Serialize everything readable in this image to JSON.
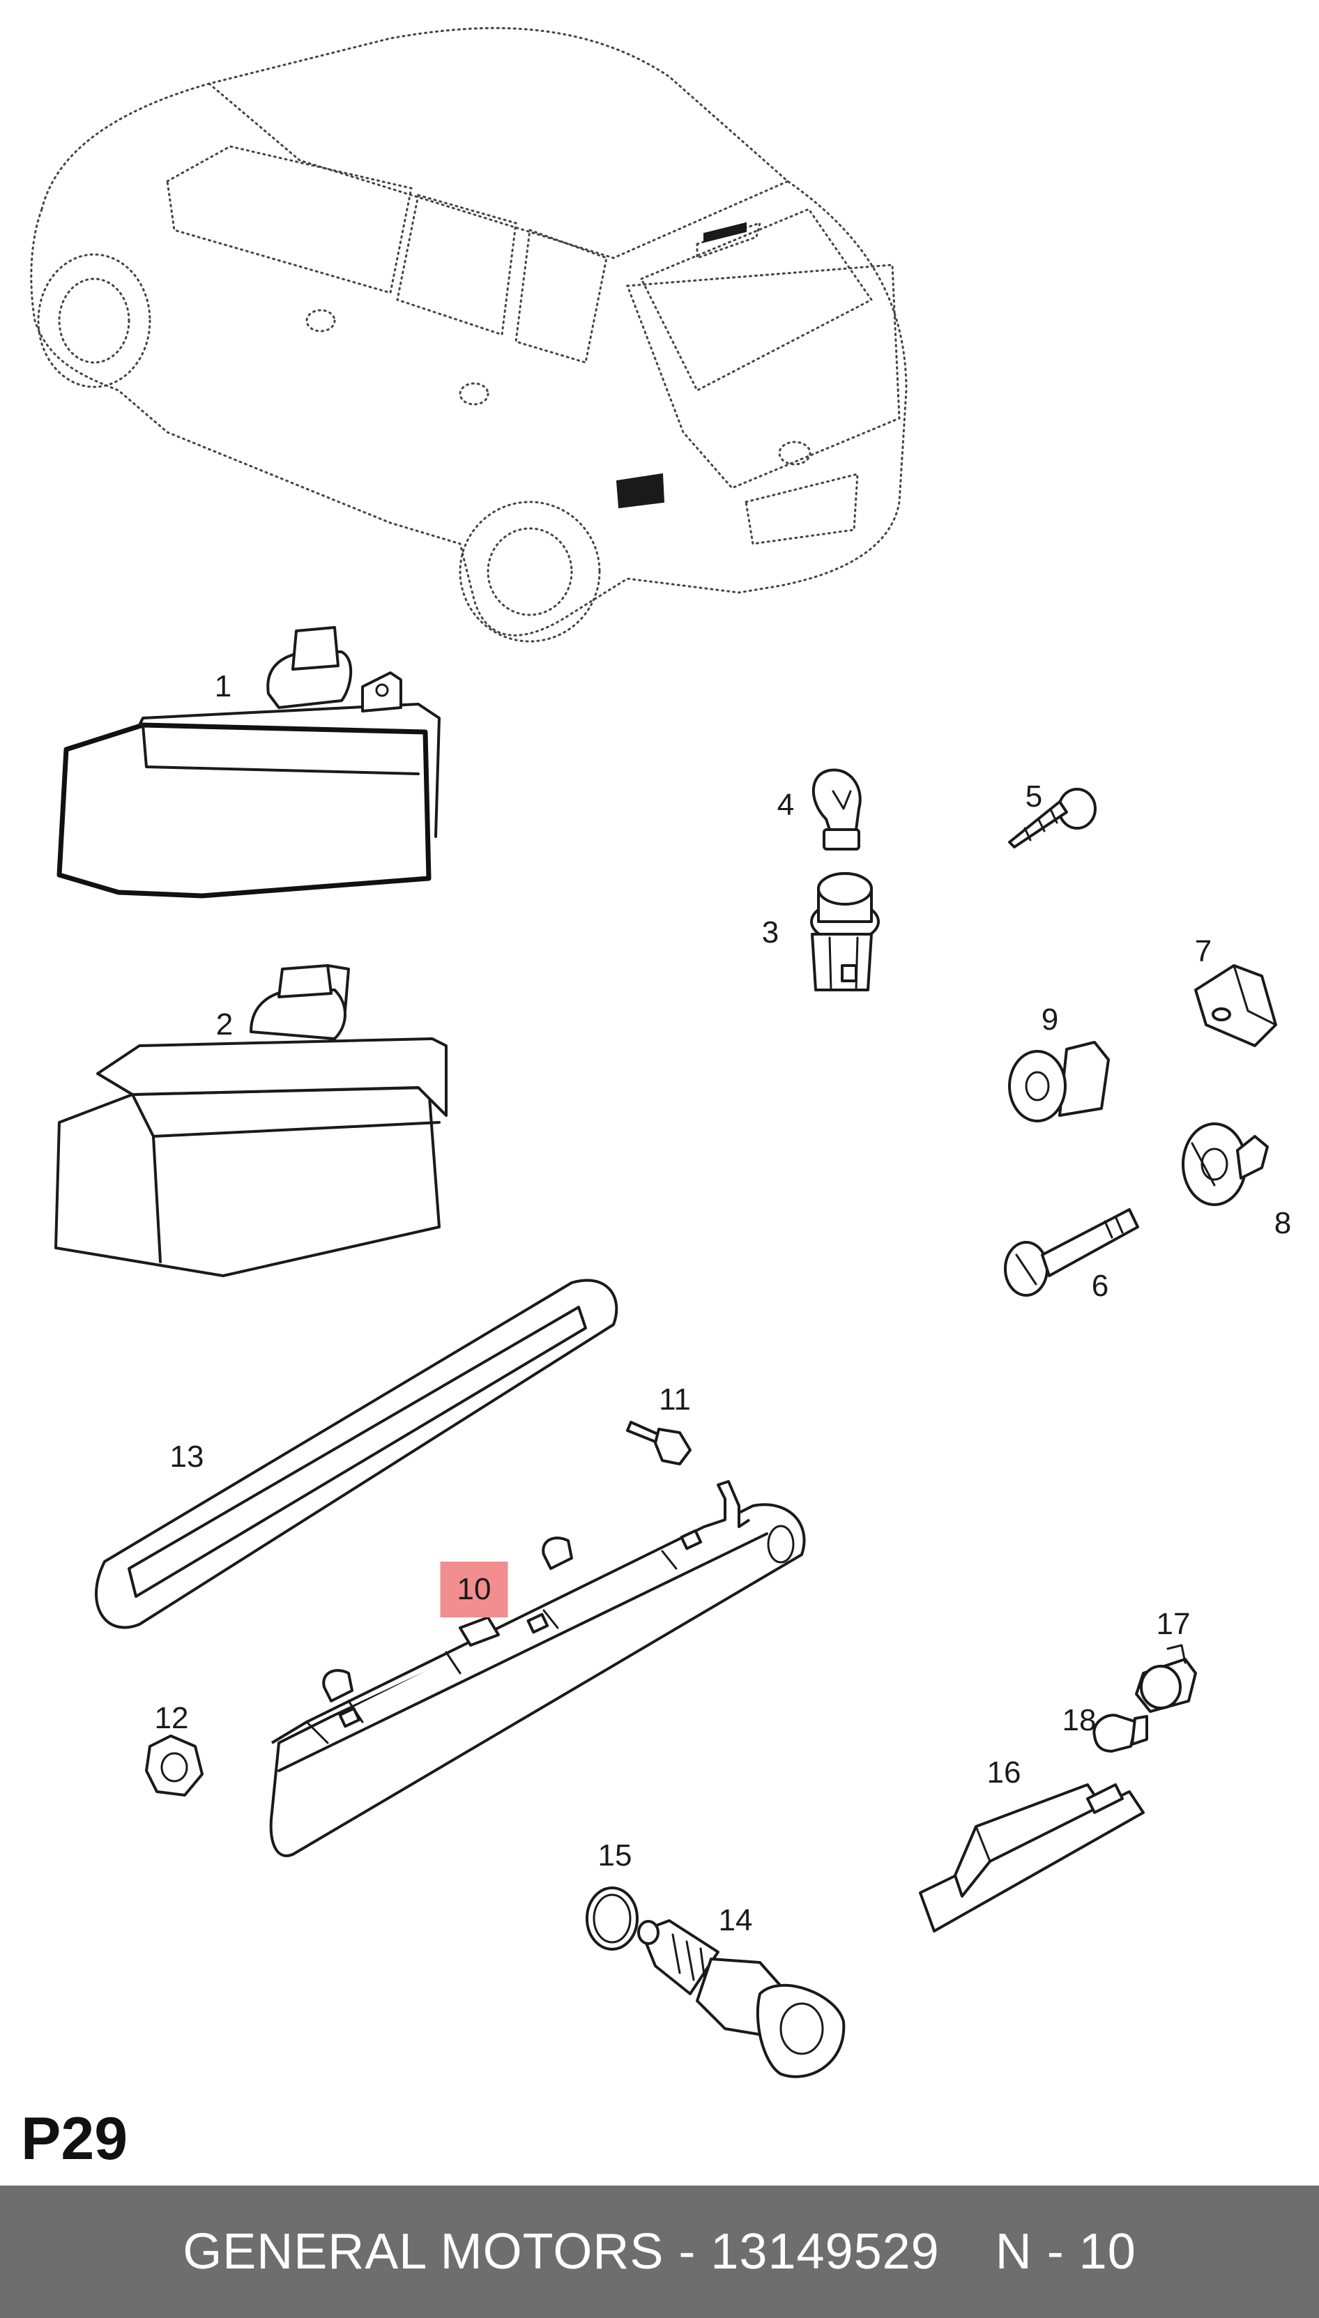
{
  "diagram": {
    "page_code": "P29",
    "callouts": [
      {
        "id": "c1",
        "label": "1"
      },
      {
        "id": "c2",
        "label": "2"
      },
      {
        "id": "c3",
        "label": "3"
      },
      {
        "id": "c4",
        "label": "4"
      },
      {
        "id": "c5",
        "label": "5"
      },
      {
        "id": "c6",
        "label": "6"
      },
      {
        "id": "c7",
        "label": "7"
      },
      {
        "id": "c8",
        "label": "8"
      },
      {
        "id": "c9",
        "label": "9"
      },
      {
        "id": "c10",
        "label": "10"
      },
      {
        "id": "c11",
        "label": "11"
      },
      {
        "id": "c12",
        "label": "12"
      },
      {
        "id": "c13",
        "label": "13"
      },
      {
        "id": "c14",
        "label": "14"
      },
      {
        "id": "c15",
        "label": "15"
      },
      {
        "id": "c16",
        "label": "16"
      },
      {
        "id": "c17",
        "label": "17"
      },
      {
        "id": "c18",
        "label": "18"
      }
    ],
    "highlight_color": "#f28e8e"
  },
  "footer": {
    "brand": "GENERAL MOTORS",
    "separator": "-",
    "part_number": "13149529",
    "position_ref": "N - 10",
    "background": "#6e6e6e"
  }
}
